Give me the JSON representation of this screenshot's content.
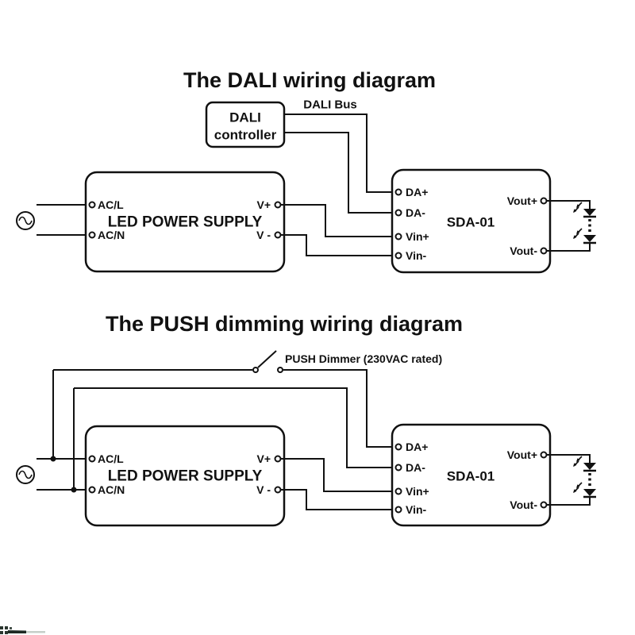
{
  "page": {
    "background": "#ffffff",
    "line_color": "#111111"
  },
  "dali": {
    "title": "The DALI wiring diagram",
    "controller_line1": "DALI",
    "controller_line2": "controller",
    "bus_label": "DALI Bus",
    "power_supply_label": "LED POWER SUPPLY",
    "acl": "AC/L",
    "acn": "AC/N",
    "vplus": "V+",
    "vminus": "V -",
    "da_plus": "DA+",
    "da_minus": "DA-",
    "vin_plus": "Vin+",
    "vin_minus": "Vin-",
    "model": "SDA-01",
    "vout_plus": "Vout+",
    "vout_minus": "Vout-"
  },
  "push": {
    "title": "The PUSH dimming wiring diagram",
    "dimmer_label": "PUSH Dimmer (230VAC rated)",
    "power_supply_label": "LED POWER SUPPLY",
    "acl": "AC/L",
    "acn": "AC/N",
    "vplus": "V+",
    "vminus": "V -",
    "da_plus": "DA+",
    "da_minus": "DA-",
    "vin_plus": "Vin+",
    "vin_minus": "Vin-",
    "model": "SDA-01",
    "vout_plus": "Vout+",
    "vout_minus": "Vout-"
  }
}
